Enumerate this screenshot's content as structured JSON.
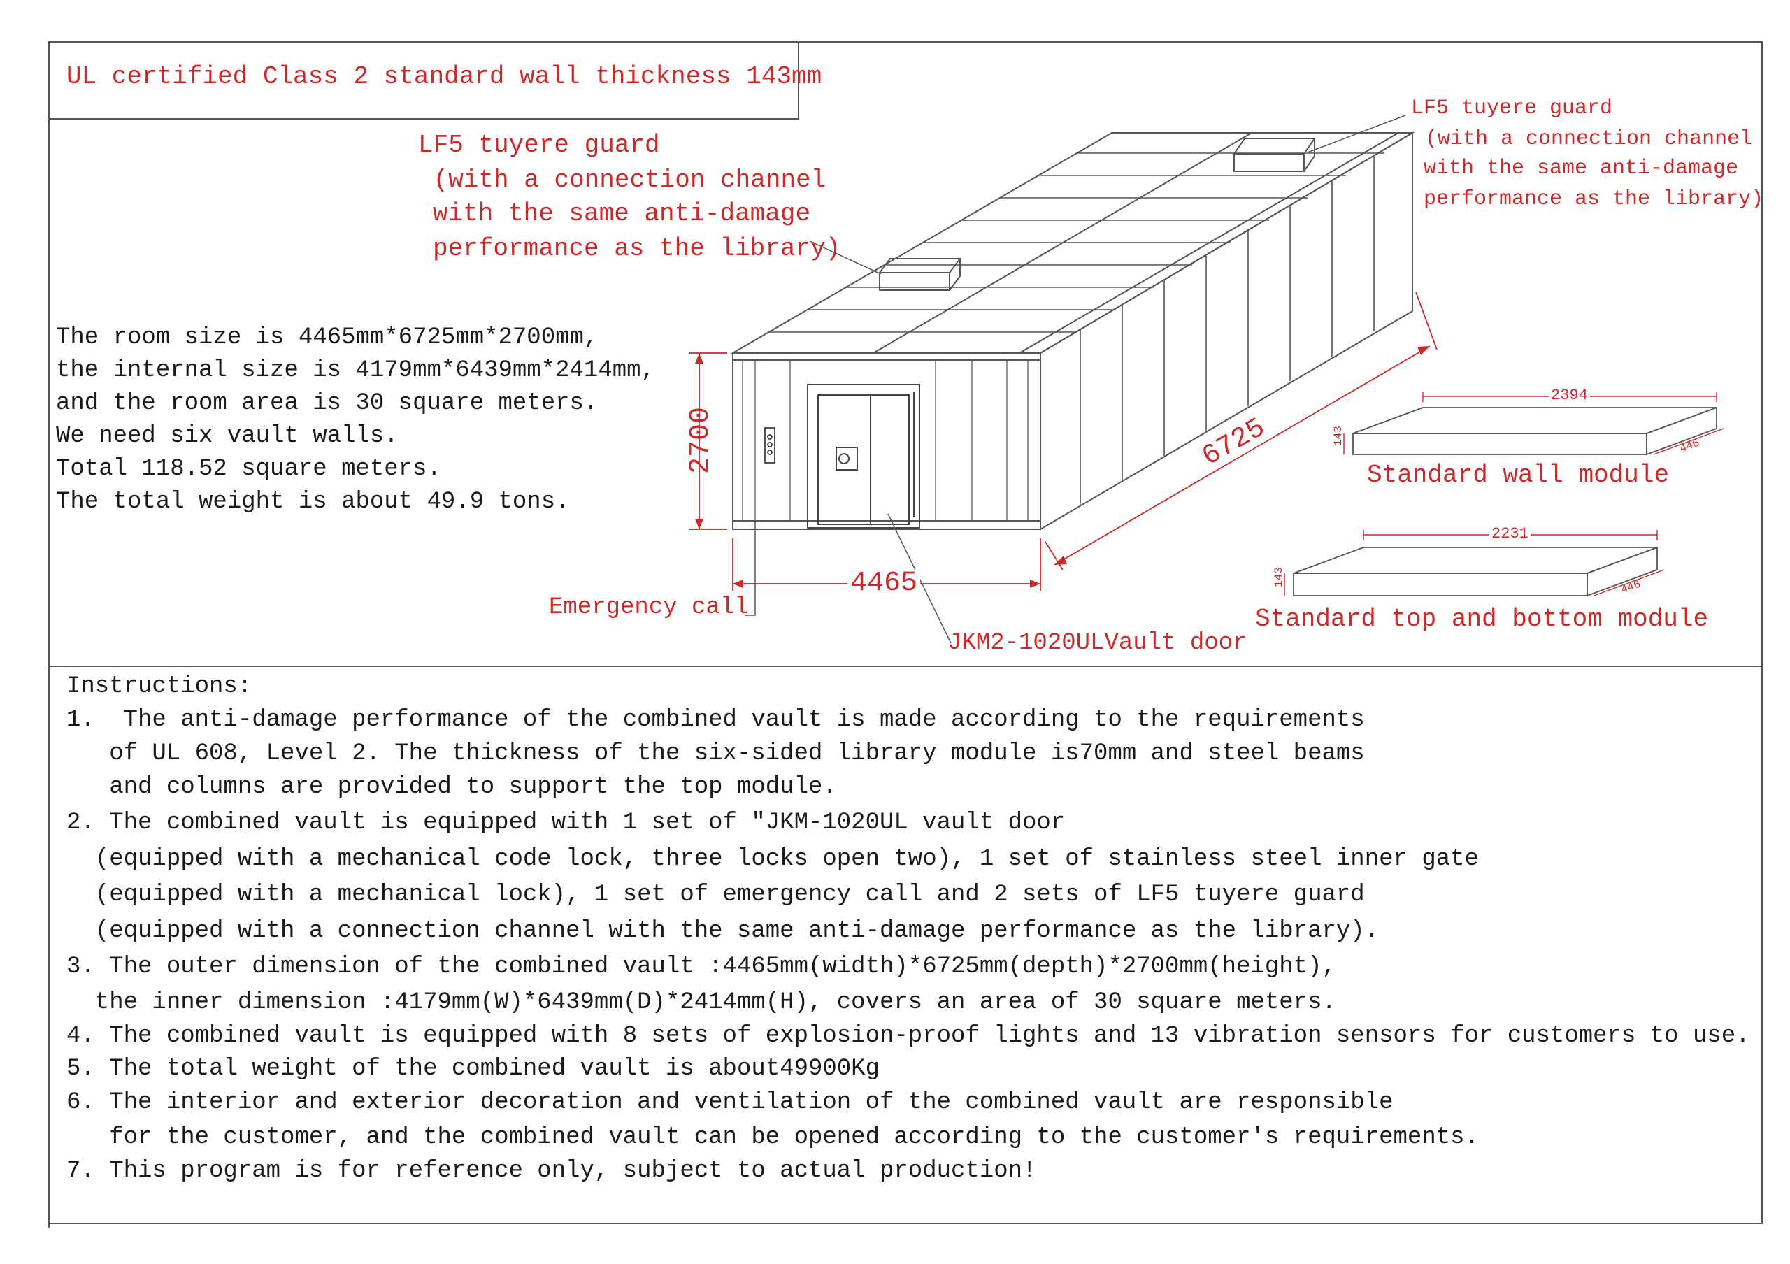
{
  "header": {
    "title": "UL certified Class 2 standard wall thickness 143mm"
  },
  "callouts": {
    "tuyere_left": [
      "LF5 tuyere guard",
      " (with a connection channel",
      "with the same anti-damage",
      "performance as the library)"
    ],
    "tuyere_right": [
      "LF5 tuyere guard",
      "(with a connection channel",
      "with the same anti-damage",
      "performance as the library)"
    ],
    "emergency_call": "Emergency call",
    "vault_door": "JKM2-1020ULVault door"
  },
  "room_summary": [
    "The room size is 4465mm*6725mm*2700mm,",
    "the internal size is 4179mm*6439mm*2414mm,",
    "and the room area is 30 square meters.",
    "We need six vault walls.",
    "Total 118.52 square meters.",
    "The total weight is about 49.9 tons."
  ],
  "dimensions": {
    "height": "2700",
    "width": "4465",
    "depth": "6725"
  },
  "modules": {
    "wall": {
      "label": "Standard wall module",
      "length": "2394",
      "width": "446",
      "thickness": "143"
    },
    "top_bottom": {
      "label": "Standard top and bottom module",
      "length": "2231",
      "width": "446",
      "thickness": "143"
    }
  },
  "instructions": {
    "heading": "Instructions:",
    "lines": [
      "1.  The anti-damage performance of the combined vault is made according to the requirements",
      "   of UL 608, Level 2. The thickness of the six-sided library module is70mm and steel beams",
      "   and columns are provided to support the top module.",
      "2. The combined vault is equipped with 1 set of \"JKM-1020UL vault door",
      "  (equipped with a mechanical code lock, three locks open two), 1 set of stainless steel inner gate",
      "  (equipped with a mechanical lock), 1 set of emergency call and 2 sets of LF5 tuyere guard",
      "  (equipped with a connection channel with the same anti-damage performance as the library).",
      "3. The outer dimension of the combined vault :4465mm(width)*6725mm(depth)*2700mm(height),",
      "  the inner dimension :4179mm(W)*6439mm(D)*2414mm(H), covers an area of 30 square meters.",
      "4. The combined vault is equipped with 8 sets of explosion-proof lights and 13 vibration sensors for customers to use.",
      "5. The total weight of the combined vault is about49900Kg",
      "6. The interior and exterior decoration and ventilation of the combined vault are responsible",
      "   for the customer, and the combined vault can be opened according to the customer's requirements.",
      "7. This program is for reference only, subject to actual production!"
    ]
  },
  "colors": {
    "annotation": "#cc2a2a",
    "text": "#1a1a1a",
    "line": "#555555"
  }
}
